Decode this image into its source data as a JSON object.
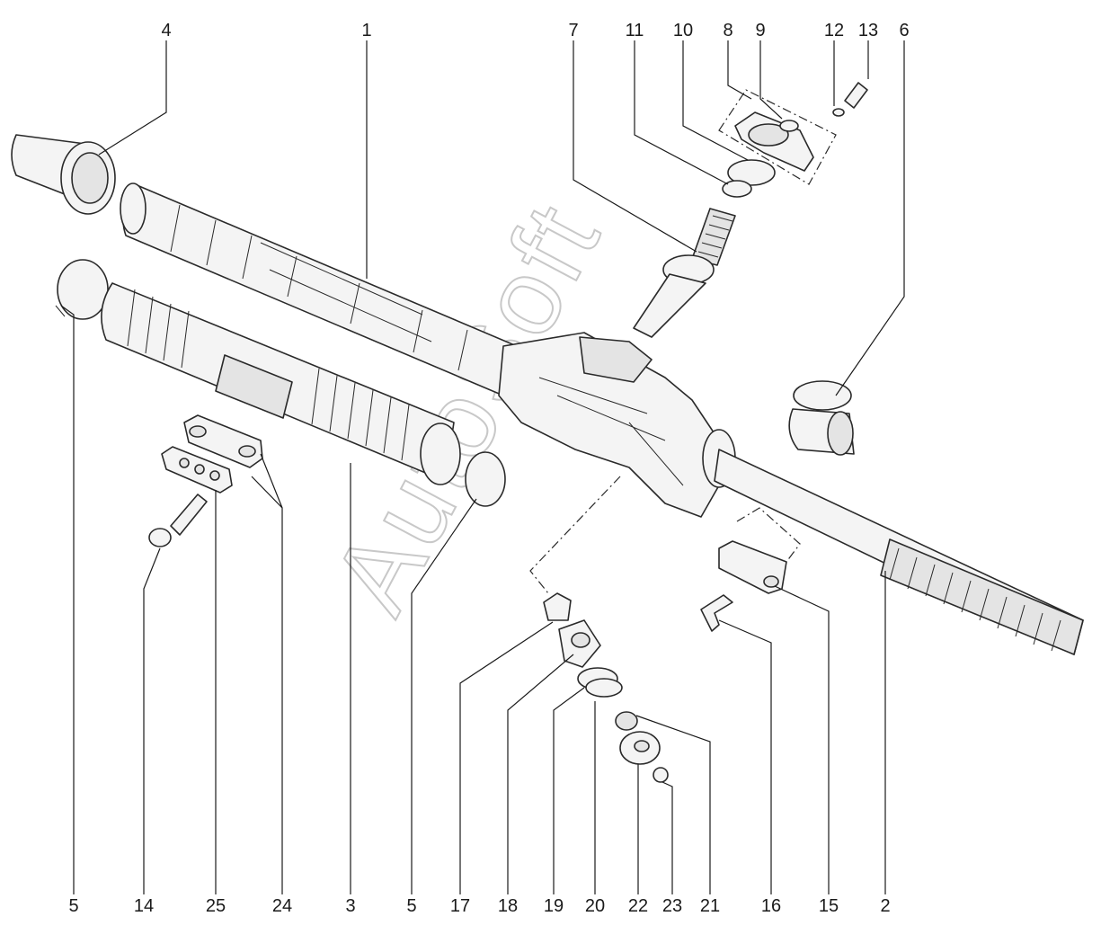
{
  "watermark": "AutoSoft",
  "callouts": {
    "top": [
      "4",
      "1",
      "7",
      "11",
      "10",
      "8",
      "9",
      "12",
      "13",
      "6"
    ],
    "bottom": [
      "5",
      "14",
      "25",
      "24",
      "3",
      "5",
      "17",
      "18",
      "19",
      "20",
      "22",
      "23",
      "21",
      "16",
      "15",
      "2"
    ]
  }
}
